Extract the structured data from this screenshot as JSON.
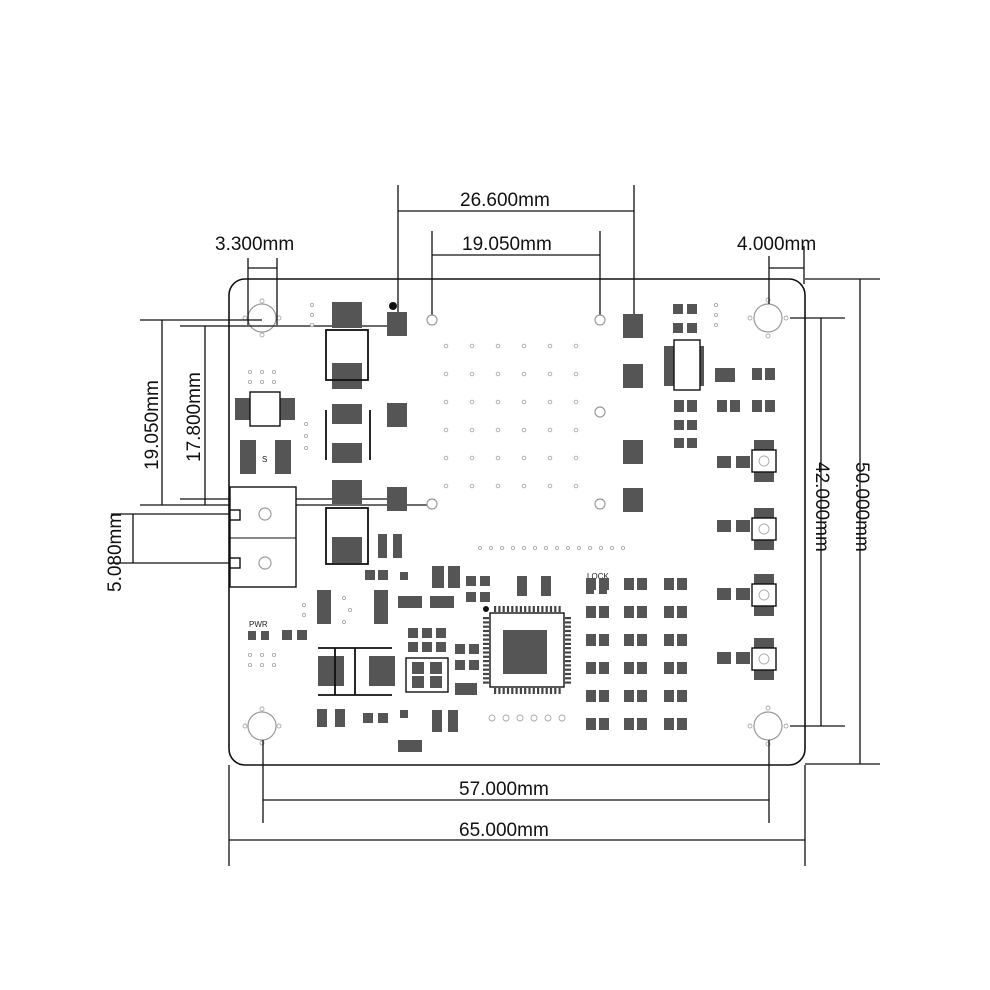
{
  "drawing": {
    "board_outline": "PCB",
    "dimensions": {
      "hole_offset_left": "3.300mm",
      "top_span_outer": "26.600mm",
      "top_span_inner": "19.050mm",
      "hole_offset_right": "4.000mm",
      "left_vertical_outer": "19.050mm",
      "left_vertical_inner": "17.800mm",
      "connector_pitch": "5.080mm",
      "right_hole_spacing": "42.000mm",
      "board_height": "50.000mm",
      "bottom_hole_spacing": "57.000mm",
      "board_width": "65.000mm"
    },
    "silkscreen": {
      "pwr": "PWR",
      "lock": "LOCK",
      "s_mark": "S"
    }
  }
}
